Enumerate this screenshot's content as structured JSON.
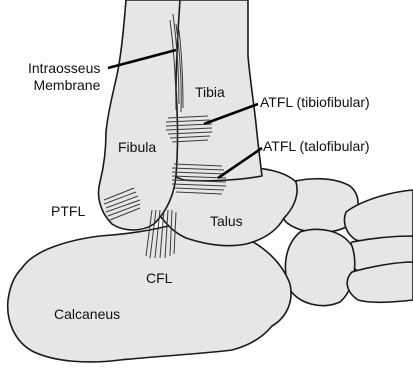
{
  "labels": {
    "interosseous_line1": "Intraosseus",
    "interosseous_line2": "Membrane",
    "tibia": "Tibia",
    "fibula": "Fibula",
    "atfl_tibiofibular": "ATFL (tibiofibular)",
    "atfl_talofibular": "ATFL (talofibular)",
    "ptfl": "PTFL",
    "talus": "Talus",
    "cfl": "CFL",
    "calcaneus": "Calcaneus"
  },
  "colors": {
    "bone_fill": "#e6e6e6",
    "outline": "#1a1a1a",
    "ligament": "#3a3a3a",
    "background": "#ffffff"
  }
}
